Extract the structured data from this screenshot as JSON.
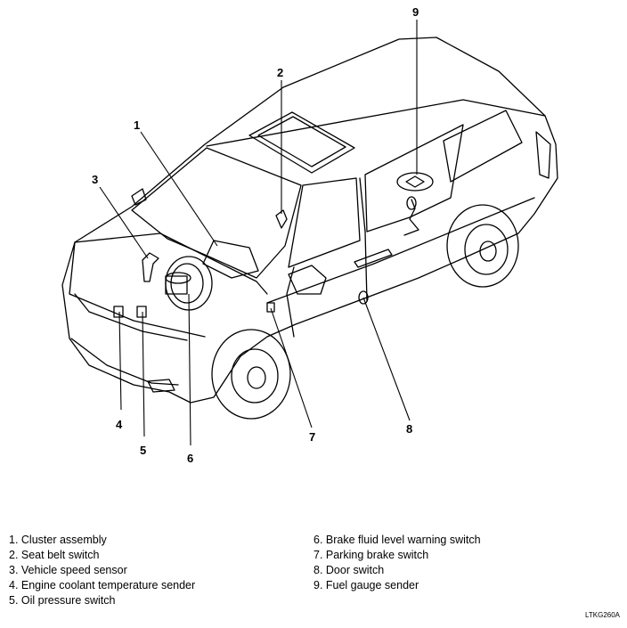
{
  "callouts": {
    "c1": "1",
    "c2": "2",
    "c3": "3",
    "c4": "4",
    "c5": "5",
    "c6": "6",
    "c7": "7",
    "c8": "8",
    "c9": "9"
  },
  "legend": {
    "left": [
      "1. Cluster assembly",
      "2. Seat belt switch",
      "3. Vehicle speed sensor",
      "4. Engine coolant temperature sender",
      "5. Oil pressure switch"
    ],
    "right": [
      "6. Brake fluid level warning switch",
      "7. Parking brake switch",
      "8. Door switch",
      "9. Fuel gauge sender"
    ]
  },
  "figure_code": "LTKG260A"
}
